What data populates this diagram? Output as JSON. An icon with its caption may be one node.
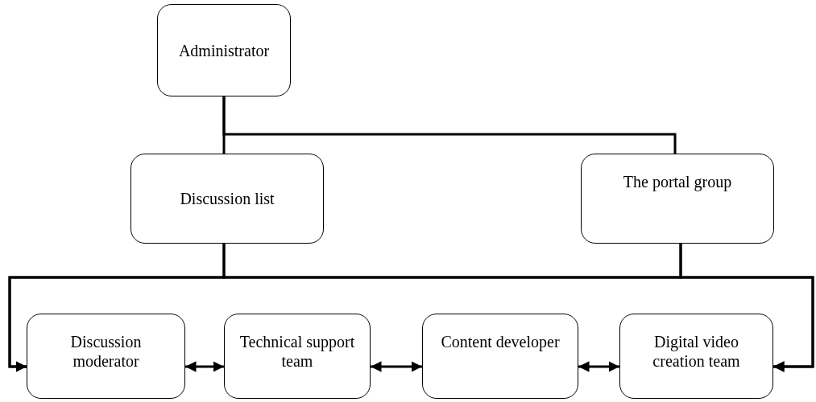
{
  "diagram": {
    "nodes": [
      {
        "text": [
          "Administrator"
        ]
      },
      {
        "text": [
          "Discussion list"
        ]
      },
      {
        "text": [
          "The portal group"
        ]
      },
      {
        "text": [
          "Discussion moderator"
        ]
      },
      {
        "text": [
          "Technical support team"
        ]
      },
      {
        "text": [
          "Content developer"
        ]
      },
      {
        "text": [
          "Digital video creation team"
        ]
      }
    ],
    "edges": [
      {
        "from": 0,
        "to": 1,
        "arrow": "none"
      },
      {
        "from": 0,
        "to": 2,
        "arrow": "none"
      },
      {
        "from": 1,
        "to": 3,
        "arrow": "to"
      },
      {
        "from": 2,
        "to": 3,
        "arrow": "to"
      },
      {
        "from": 1,
        "to": 6,
        "arrow": "to"
      },
      {
        "from": 2,
        "to": 6,
        "arrow": "to"
      },
      {
        "from": 3,
        "to": 4,
        "arrow": "both"
      },
      {
        "from": 4,
        "to": 5,
        "arrow": "both"
      },
      {
        "from": 5,
        "to": 6,
        "arrow": "both"
      }
    ]
  }
}
